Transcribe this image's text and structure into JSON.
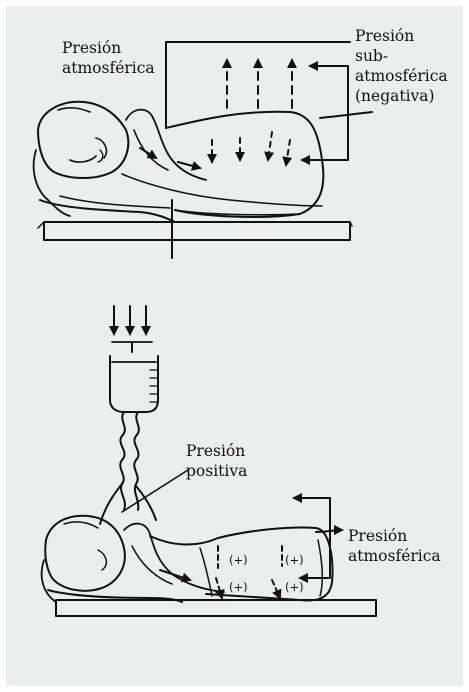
{
  "top": {
    "label_atmospheric": "Presión\natmosférica",
    "label_subatmospheric": "Presión\nsub-\natmosférica\n(negativa)"
  },
  "bottom": {
    "label_positive": "Presión\npositiva",
    "label_atmospheric": "Presión\natmosférica",
    "plus_marks": [
      "(+)",
      "(+)",
      "(+)",
      "(+)"
    ]
  }
}
